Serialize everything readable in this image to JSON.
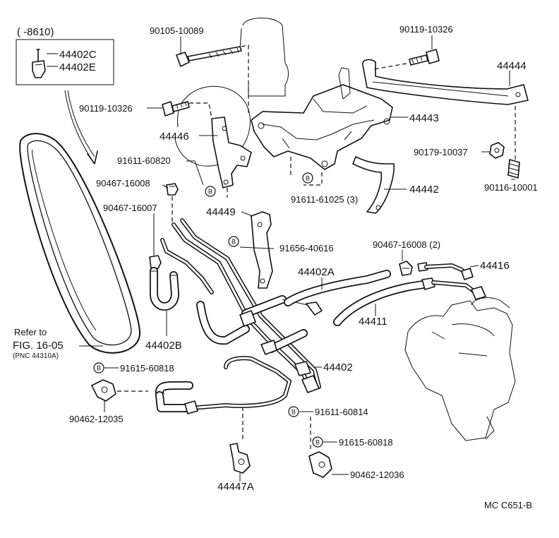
{
  "inset": {
    "range": "(      -8610)",
    "parts": [
      "44402C",
      "44402E"
    ]
  },
  "labels": {
    "p90105_10089": "90105-10089",
    "p90119_10326_top": "90119-10326",
    "p44444": "44444",
    "p90119_10326_left": "90119-10326",
    "p44443": "44443",
    "p44446": "44446",
    "p90179_10037": "90179-10037",
    "p91611_60820": "91611-60820",
    "p90467_16008": "90467-16008",
    "p91611_61025": "91611-61025 (3)",
    "p90116_10001": "90116-10001",
    "p44442": "44442",
    "p90467_16007": "90467-16007",
    "p44449": "44449",
    "p91656_40616": "91656-40616",
    "p90467_16008_2": "90467-16008 (2)",
    "p44416": "44416",
    "p44402A": "44402A",
    "p44411": "44411",
    "p44402B": "44402B",
    "p44402": "44402",
    "p91615_60818_left": "91615-60818",
    "p90462_12035": "90462-12035",
    "p91611_60814": "91611-60814",
    "p91615_60818_right": "91615-60818",
    "p90462_12036": "90462-12036",
    "p44447A": "44447A"
  },
  "reference": {
    "line1": "Refer to",
    "line2": "FIG. 16-05",
    "line3": "(PNC 44310A)"
  },
  "bmark": "B",
  "code": "MC  C651-B"
}
